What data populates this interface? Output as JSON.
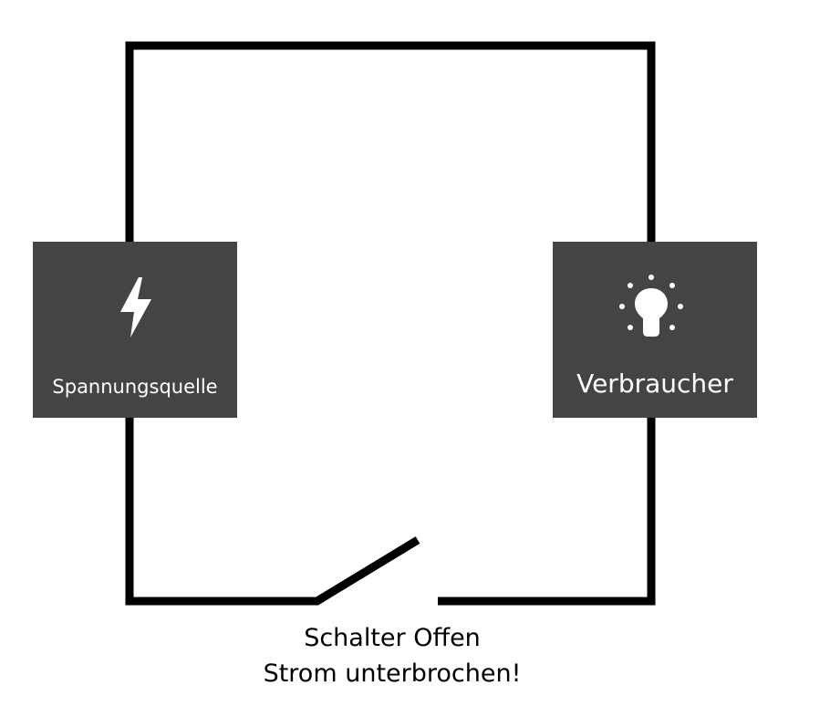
{
  "diagram": {
    "source_label": "Spannungsquelle",
    "consumer_label": "Verbraucher",
    "caption_line_1": "Schalter Offen",
    "caption_line_2": "Strom unterbrochen!",
    "source_icon": "lightning-bolt-icon",
    "consumer_icon": "light-bulb-icon",
    "wire_color": "#000000",
    "box_color": "#444444",
    "switch_state": "open"
  }
}
